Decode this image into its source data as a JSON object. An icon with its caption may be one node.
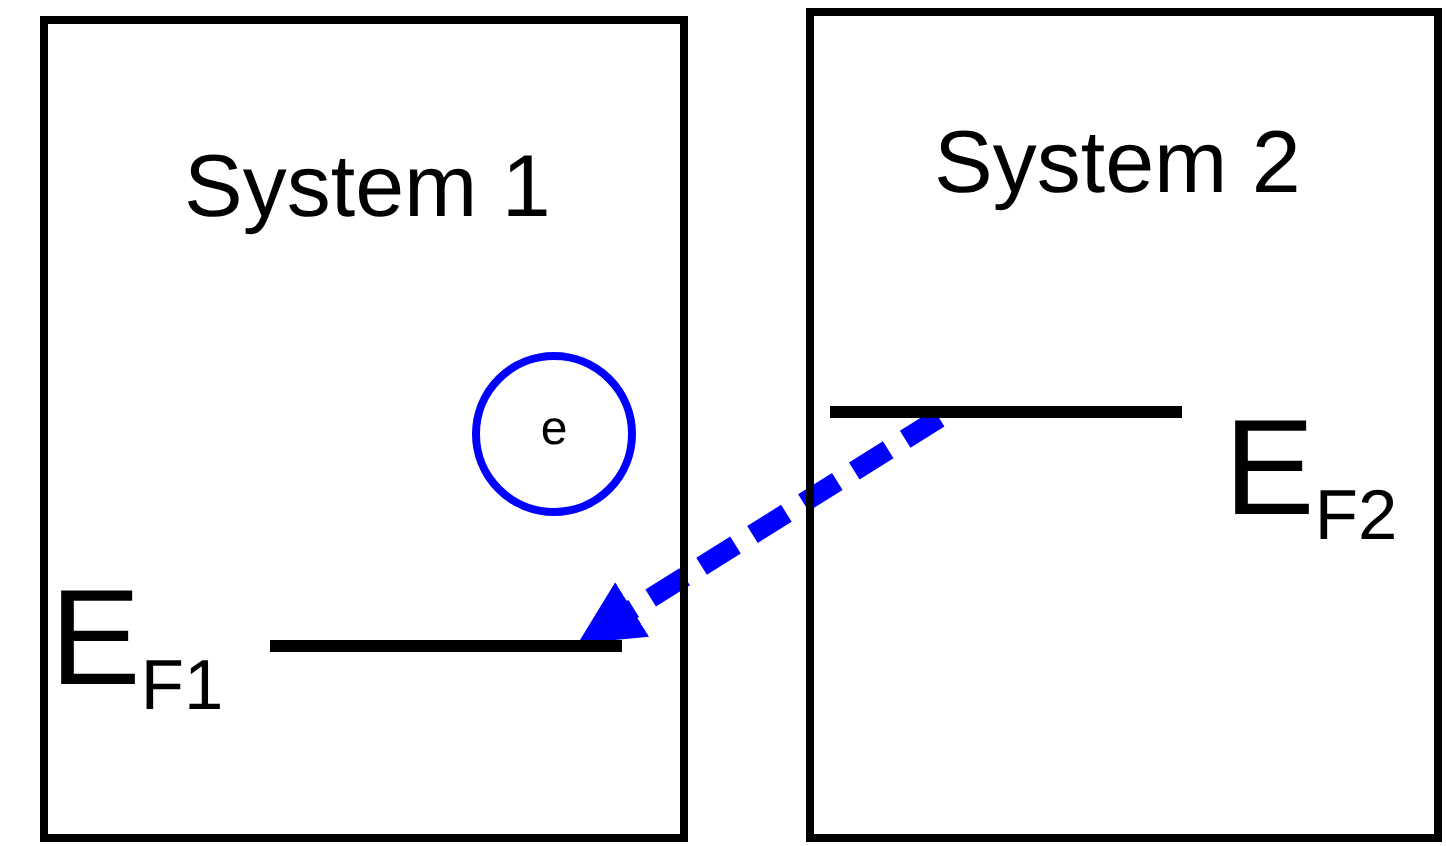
{
  "diagram": {
    "nodes": [
      {
        "text": [
          "System 1"
        ]
      },
      {
        "text": [
          "System 2"
        ]
      },
      {
        "text": [
          "e"
        ],
        "in": 0
      },
      {
        "text": [],
        "shape": "bar",
        "in": 0,
        "beside": [
          "E$_{F1}$"
        ]
      },
      {
        "text": [],
        "shape": "bar",
        "in": 1,
        "beside": [
          "E$_{F2}$"
        ]
      }
    ],
    "edges": [
      {
        "from": 4,
        "to": 3,
        "arrow": "to",
        "style": "dashed",
        "color": "#0000ff"
      }
    ]
  }
}
